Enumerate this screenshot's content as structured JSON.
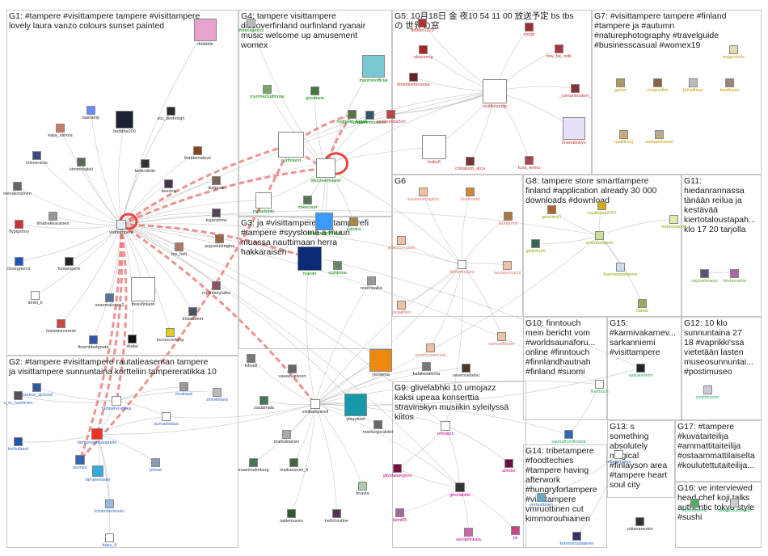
{
  "groups": [
    {
      "id": "G1",
      "title": "G1: #tampere #visittampere tampere #visittampere\nlovely laura vanzo colours sunset painted"
    },
    {
      "id": "G4",
      "title": "G4: tampere visittampere\ndiscoverfinland ourfinland ryanair\nmusic welcome up amusement\nwomex"
    },
    {
      "id": "G5",
      "title": "G5: 10月18日 金 夜10 54 11 00 放送予定 bs tbs\nの 世界の窓"
    },
    {
      "id": "G7",
      "title": "G7: #visittampere tampere #finland\n#tampere ja #autumn\n#naturephotography #travelguide\n#businesscasual #womex19"
    },
    {
      "id": "G6",
      "title": "G6"
    },
    {
      "id": "G8",
      "title": "G8: tampere store smarttampere\nfinland #application already 30 000\ndownloads #download"
    },
    {
      "id": "G11",
      "title": "G11:\nhiedanrannassa\ntänään reilua ja\nkestävää\nkiertotaloustapah...\nklo 17 20 tarjolla"
    },
    {
      "id": "G3",
      "title": "G3: ja #visittampere visittamperefi\n#tampere #syysloma a muun\nmuassa nauttimaan herra\nhakkaraisen"
    },
    {
      "id": "G2",
      "title": "G2: #tampere #visittampere rautatieaseman tampere\nja visittampere sunnuntaina kortteliin tampereratikka 10"
    },
    {
      "id": "G10",
      "title": "G10: finntouch\nmein bericht vom\n#worldsaunaforu...\nonline #finntouch\n#finnlandhautnah\n#finland #suomi"
    },
    {
      "id": "G15",
      "title": "G15:\n#karmivakarnev...\nsarkanniemi\n#visittampere"
    },
    {
      "id": "G12",
      "title": "G12: 10 klo\nsunnuntaina 27\n18 #vaprikki'ssa\nvietetään lasten\nmuseosunnuntai...\n#postimuseo"
    },
    {
      "id": "G9",
      "title": "G9: glivelabhki 10 umojazz\nkaksi upeaa konserttia\nstravinskyn musiikin syleilyssä\nkiitos"
    },
    {
      "id": "G13",
      "title": "G13: s\nsomething\nabsolutely\nmagical\n#finlayson area\n#tampere heart\nsoul city"
    },
    {
      "id": "G17",
      "title": "G17: #tampere\n#kuvataiteilija\n#ammattitaiteilija\n#ostaammattilaiselta\n#koulutettutaiteilija..."
    },
    {
      "id": "G14",
      "title": "G14: tribetampere\n#foodtechies\n#tampere having\nafterwork\n#hungryfortampere\n#visittampere\nvmruottinen cut\nkimmorouhiainen"
    },
    {
      "id": "G16",
      "title": "G16: ve interviewed\nhead chef koji talks\nauthentic tokyo style\n#sushi"
    }
  ],
  "nodes": {
    "dribbble": "dribbble",
    "laartamp": "laartamp",
    "buddha200": "buddha200",
    "stu_diodesign": "stu_diodesign",
    "kaija_simola": "kaija_simola",
    "telvesrante": "telvesrante",
    "kimmokakki": "kimmokakki",
    "tarttcolette": "tarttcolette",
    "thatdemateve": "thatdemateve",
    "leenakorpinen": "leenakorpinen",
    "deerina": "deerina",
    "ikalponk": "ikalponk",
    "tiinahakkarainen": "tiinahakkarainen",
    "visittampere": "visittampere",
    "flypigshoy": "flypigshoy",
    "kujanshow": "kujanshow",
    "ilovegreen1": "ilovegreen1",
    "funtampere": "funtampere",
    "bw_heli": "bw_heli",
    "augustusregina": "augustusregina",
    "amiiii_k": "amiiii_k",
    "seanmaloney2": "seanmaloney2",
    "thisisfinland": "thisisfinland",
    "mylinfairytales": "mylinfairytales",
    "tristanbeer": "tristanbeer",
    "malaatvrozenie": "malaatvrozenie",
    "finembbelgrade": "finembbelgrade",
    "skatai": "skatai",
    "kccoocooking": "kccoocooking",
    "thepcagency": "thepcagency",
    "mumhed1ofthose": "mumhed1ofthose",
    "goodnew": "goodnew",
    "hyggelig_liggah": "hyggelig_liggah",
    "moominofficial": "moominofficial",
    "ourfinland": "ourfinland",
    "discoverfinland": "discoverfinland",
    "moominmuseum": "moominmuseum",
    "myhelsinki": "myhelsinki",
    "mikecourt": "mikecourt",
    "goodnewsfinland": "goodnewsfinland",
    "eatutra": "eatutra",
    "ryanair": "ryanair",
    "rushjoina": "rushjoina",
    "deikun1223": "deikun1223",
    "abayseog": "abayseog",
    "blueblueblueaaa": "blueblueblueaaa",
    "xsnpt": "xsnpt",
    "low_fat_milk": "low_fat_milk",
    "visitfinlandjp": "visitfinlandjp",
    "aalahumba5ch": "aalahumba5ch",
    "_contamination_": "_contamination_",
    "bstbs5": "bstbs5",
    "finembtokyo": "finembtokyo",
    "cristallum_arca": "cristallum_arca",
    "kura_kemu": "kura_kemu",
    "magiccircle": "magiccircle",
    "gartun": "gartun",
    "ningiredfre": "ningiredfre",
    "jlchatltiner": "jlchatltiner",
    "kwalksasi": "kwalksasi",
    "malinkvoj": "malinkvoj",
    "saritaduhamel": "saritaduhamel",
    "susannamagiclu": "susannamagiclu",
    "tocecoeld": "tocecoeld",
    "lauripoms": "lauripoms",
    "yllaincorrzano": "yllaincorrzano",
    "tamperejazz": "tamperejazz",
    "laurapersuchi": "laurapersuchi",
    "zkatalites": "zkatalites",
    "samuelblazer": "samuelblazer",
    "omarsosamusic": "omarsosamusic",
    "gemiami1": "gemiami1",
    "royaltours2007": "royaltours2007",
    "smarttampere": "smarttampere",
    "tretumsuomi": "tretumsuomi",
    "globekum": "globekum",
    "businesstampere": "businesstampere",
    "laddia": "laddia",
    "raijovalimarju": "raijovalimarju",
    "hiedanranta": "hiedanranta",
    "resonaaika": "resonaaika",
    "kiheidi": "kiheidi",
    "vaasavaninen": "vaasavaninen",
    "yleisema": "yleisema",
    "newrosebebu": "newrosebebu",
    "katalwaakreia": "katalwaakreia",
    "zastamala": "zastamala",
    "visittamperefi": "visittamperefi",
    "yleuutiset": "yleuutiset",
    "markusjoralsbd": "markusjoralsbd",
    "markalitanen": "markalitanen",
    "maarimalmberg": "maarimalmberg",
    "maikasuomi_fi": "maikasuomi_fi",
    "finavia": "finavia",
    "taidemuseo": "taidemuseo",
    "hellchristine": "hellchristine",
    "markus_sjolund": "markus_sjolund",
    "v_m_tuominen": "v_m_tuominen",
    "mcalsasi": "mcalsasi",
    "zinlvehtara": "zinlvehtara",
    "tampereratikka": "tampereratikka",
    "aunradioasa": "aunradioasa",
    "tampereenkaupunki": "tampereenkaupunki",
    "treikultuuri": "treikultuuri",
    "womex": "womex",
    "pirlost": "pirlost",
    "tampereaalo": "tampereaalo",
    "tchambermusic": "tchambermusic",
    "tippu_fi": "tippu_fi",
    "finntouch": "finntouch",
    "saunafromfinland": "saunafromfinland",
    "sarkanniemi": "sarkanniemi",
    "postimuseo": "postimuseo",
    "umojazz": "umojazz",
    "glivelatampere": "glivelatampere",
    "alleder": "alleder",
    "glivelabhki": "glivelabhki",
    "talmi65": "talmi65",
    "asnaplinkala": "asnaplinkala",
    "pii": "pii",
    "vmruottinen": "vmruottinen",
    "tribetampere": "tribetampere",
    "kimmorouhiainen": "kimmorouhiainen",
    "yuliananestor": "yuliananestor",
    "kohetsutomo": "kohetsutomo",
    "talakakaucmasss": "talakakaucmasss"
  }
}
